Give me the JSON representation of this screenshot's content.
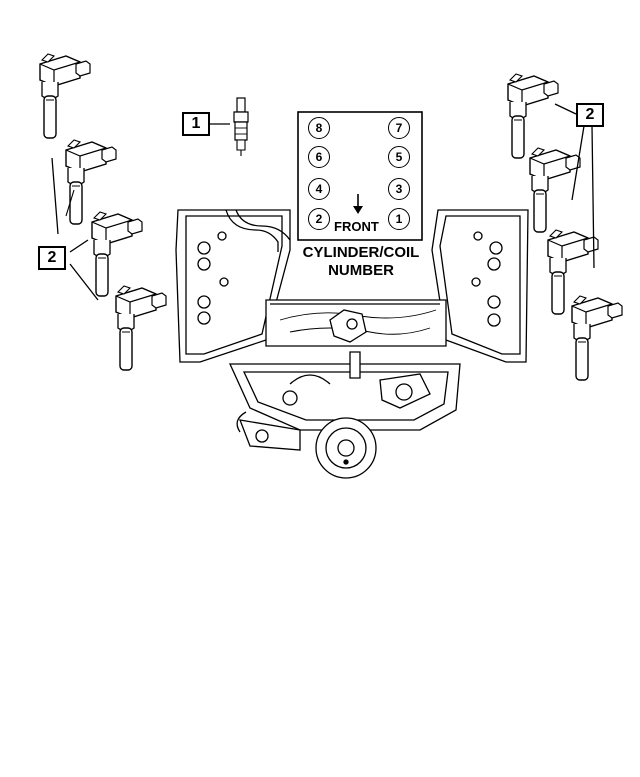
{
  "callouts": {
    "spark_plug": "1",
    "coils_left": "2",
    "coils_right": "2"
  },
  "cylinder_map": {
    "title_line1": "CYLINDER/COIL",
    "title_line2": "NUMBER",
    "front_label": "FRONT",
    "left_bank": [
      "8",
      "6",
      "4",
      "2"
    ],
    "right_bank": [
      "7",
      "5",
      "3",
      "1"
    ]
  }
}
